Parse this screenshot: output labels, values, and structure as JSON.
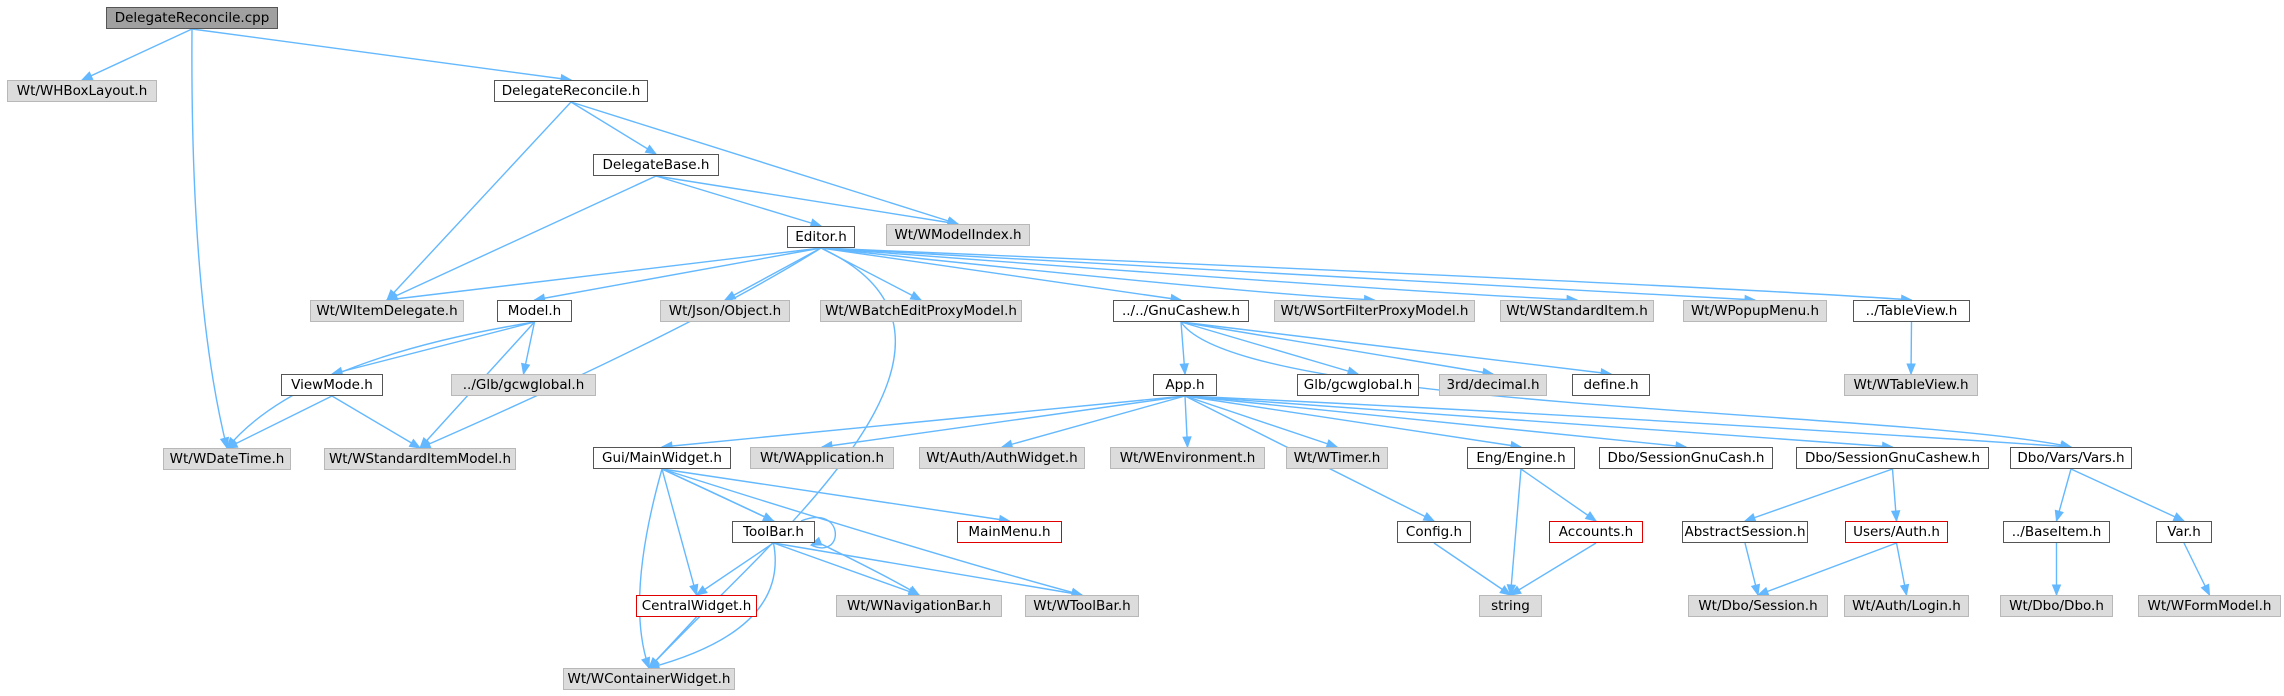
{
  "nodes": [
    {
      "id": "root",
      "label": "DelegateReconcile.cpp",
      "style": "root"
    },
    {
      "id": "whbox",
      "label": "Wt/WHBoxLayout.h",
      "style": "gray"
    },
    {
      "id": "drh",
      "label": "DelegateReconcile.h",
      "style": "white"
    },
    {
      "id": "dbase",
      "label": "DelegateBase.h",
      "style": "white"
    },
    {
      "id": "wmodelindex",
      "label": "Wt/WModelIndex.h",
      "style": "gray"
    },
    {
      "id": "editor",
      "label": "Editor.h",
      "style": "white"
    },
    {
      "id": "witemdel",
      "label": "Wt/WItemDelegate.h",
      "style": "gray"
    },
    {
      "id": "model",
      "label": "Model.h",
      "style": "white"
    },
    {
      "id": "json",
      "label": "Wt/Json/Object.h",
      "style": "gray"
    },
    {
      "id": "batch",
      "label": "Wt/WBatchEditProxyModel.h",
      "style": "gray"
    },
    {
      "id": "gnucashew",
      "label": "../../GnuCashew.h",
      "style": "white"
    },
    {
      "id": "sortfilter",
      "label": "Wt/WSortFilterProxyModel.h",
      "style": "gray"
    },
    {
      "id": "stditem",
      "label": "Wt/WStandardItem.h",
      "style": "gray"
    },
    {
      "id": "popup",
      "label": "Wt/WPopupMenu.h",
      "style": "gray"
    },
    {
      "id": "tableview",
      "label": "../TableView.h",
      "style": "white"
    },
    {
      "id": "wtableview",
      "label": "Wt/WTableView.h",
      "style": "gray"
    },
    {
      "id": "viewmode",
      "label": "ViewMode.h",
      "style": "white"
    },
    {
      "id": "glbgcw",
      "label": "../Glb/gcwglobal.h",
      "style": "gray"
    },
    {
      "id": "wdatetime",
      "label": "Wt/WDateTime.h",
      "style": "gray"
    },
    {
      "id": "stdmodel",
      "label": "Wt/WStandardItemModel.h",
      "style": "gray"
    },
    {
      "id": "apph",
      "label": "App.h",
      "style": "white"
    },
    {
      "id": "glbgcw2",
      "label": "Glb/gcwglobal.h",
      "style": "white"
    },
    {
      "id": "decimal",
      "label": "3rd/decimal.h",
      "style": "gray"
    },
    {
      "id": "define",
      "label": "define.h",
      "style": "white"
    },
    {
      "id": "mainwidget",
      "label": "Gui/MainWidget.h",
      "style": "white"
    },
    {
      "id": "wapp",
      "label": "Wt/WApplication.h",
      "style": "gray"
    },
    {
      "id": "authwidget",
      "label": "Wt/Auth/AuthWidget.h",
      "style": "gray"
    },
    {
      "id": "wenv",
      "label": "Wt/WEnvironment.h",
      "style": "gray"
    },
    {
      "id": "wtimer",
      "label": "Wt/WTimer.h",
      "style": "gray"
    },
    {
      "id": "engine",
      "label": "Eng/Engine.h",
      "style": "white"
    },
    {
      "id": "sessgnucash",
      "label": "Dbo/SessionGnuCash.h",
      "style": "white"
    },
    {
      "id": "sessgnucashew",
      "label": "Dbo/SessionGnuCashew.h",
      "style": "white"
    },
    {
      "id": "vars",
      "label": "Dbo/Vars/Vars.h",
      "style": "white"
    },
    {
      "id": "mainmenu",
      "label": "MainMenu.h",
      "style": "red"
    },
    {
      "id": "toolbar",
      "label": "ToolBar.h",
      "style": "white"
    },
    {
      "id": "config",
      "label": "Config.h",
      "style": "white"
    },
    {
      "id": "accounts",
      "label": "Accounts.h",
      "style": "red"
    },
    {
      "id": "abssession",
      "label": "AbstractSession.h",
      "style": "white"
    },
    {
      "id": "usersauth",
      "label": "Users/Auth.h",
      "style": "red"
    },
    {
      "id": "baseitem",
      "label": "../BaseItem.h",
      "style": "white"
    },
    {
      "id": "varh",
      "label": "Var.h",
      "style": "white"
    },
    {
      "id": "centralwidget",
      "label": "CentralWidget.h",
      "style": "red"
    },
    {
      "id": "wnavbar",
      "label": "Wt/WNavigationBar.h",
      "style": "gray"
    },
    {
      "id": "wtoolbar",
      "label": "Wt/WToolBar.h",
      "style": "gray"
    },
    {
      "id": "string",
      "label": "string",
      "style": "gray"
    },
    {
      "id": "wdbosession",
      "label": "Wt/Dbo/Session.h",
      "style": "gray"
    },
    {
      "id": "authlogin",
      "label": "Wt/Auth/Login.h",
      "style": "gray"
    },
    {
      "id": "dbodbo",
      "label": "Wt/Dbo/Dbo.h",
      "style": "gray"
    },
    {
      "id": "wformmodel",
      "label": "Wt/WFormModel.h",
      "style": "gray"
    },
    {
      "id": "wcontainer",
      "label": "Wt/WContainerWidget.h",
      "style": "gray"
    }
  ],
  "edges": [
    [
      "root",
      "whbox"
    ],
    [
      "root",
      "drh"
    ],
    [
      "root",
      "wdatetime"
    ],
    [
      "drh",
      "dbase"
    ],
    [
      "drh",
      "wmodelindex"
    ],
    [
      "drh",
      "witemdel"
    ],
    [
      "dbase",
      "editor"
    ],
    [
      "dbase",
      "wmodelindex"
    ],
    [
      "dbase",
      "witemdel"
    ],
    [
      "editor",
      "witemdel"
    ],
    [
      "editor",
      "model"
    ],
    [
      "editor",
      "json"
    ],
    [
      "editor",
      "batch"
    ],
    [
      "editor",
      "gnucashew"
    ],
    [
      "editor",
      "sortfilter"
    ],
    [
      "editor",
      "stditem"
    ],
    [
      "editor",
      "popup"
    ],
    [
      "editor",
      "tableview"
    ],
    [
      "editor",
      "stdmodel"
    ],
    [
      "editor",
      "wcontainer"
    ],
    [
      "tableview",
      "wtableview"
    ],
    [
      "model",
      "viewmode"
    ],
    [
      "model",
      "glbgcw"
    ],
    [
      "model",
      "wdatetime"
    ],
    [
      "model",
      "stdmodel"
    ],
    [
      "viewmode",
      "wdatetime"
    ],
    [
      "viewmode",
      "stdmodel"
    ],
    [
      "gnucashew",
      "apph"
    ],
    [
      "gnucashew",
      "glbgcw2"
    ],
    [
      "gnucashew",
      "decimal"
    ],
    [
      "gnucashew",
      "define"
    ],
    [
      "gnucashew",
      "vars"
    ],
    [
      "apph",
      "mainwidget"
    ],
    [
      "apph",
      "wapp"
    ],
    [
      "apph",
      "authwidget"
    ],
    [
      "apph",
      "wenv"
    ],
    [
      "apph",
      "wtimer"
    ],
    [
      "apph",
      "config"
    ],
    [
      "apph",
      "engine"
    ],
    [
      "apph",
      "sessgnucash"
    ],
    [
      "apph",
      "sessgnucashew"
    ],
    [
      "apph",
      "vars"
    ],
    [
      "mainwidget",
      "mainmenu"
    ],
    [
      "mainwidget",
      "toolbar"
    ],
    [
      "mainwidget",
      "centralwidget"
    ],
    [
      "mainwidget",
      "wnavbar"
    ],
    [
      "mainwidget",
      "wtoolbar"
    ],
    [
      "mainwidget",
      "wcontainer"
    ],
    [
      "toolbar",
      "toolbar"
    ],
    [
      "toolbar",
      "centralwidget"
    ],
    [
      "toolbar",
      "wnavbar"
    ],
    [
      "toolbar",
      "wtoolbar"
    ],
    [
      "toolbar",
      "wcontainer"
    ],
    [
      "centralwidget",
      "wcontainer"
    ],
    [
      "engine",
      "accounts"
    ],
    [
      "engine",
      "string"
    ],
    [
      "config",
      "string"
    ],
    [
      "accounts",
      "string"
    ],
    [
      "sessgnucashew",
      "abssession"
    ],
    [
      "sessgnucashew",
      "usersauth"
    ],
    [
      "abssession",
      "wdbosession"
    ],
    [
      "usersauth",
      "wdbosession"
    ],
    [
      "usersauth",
      "authlogin"
    ],
    [
      "vars",
      "baseitem"
    ],
    [
      "vars",
      "varh"
    ],
    [
      "baseitem",
      "dbodbo"
    ],
    [
      "varh",
      "wformmodel"
    ]
  ]
}
